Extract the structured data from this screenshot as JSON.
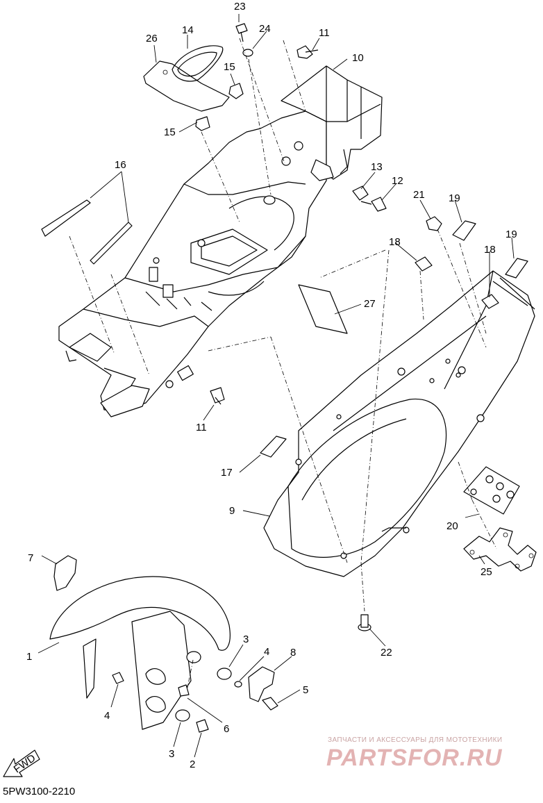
{
  "diagram": {
    "code": "5PW3100-2210",
    "fwd_label": "FWD",
    "watermark": {
      "caption": "ЗАПЧАСТИ И АКСЕССУАРЫ ДЛЯ МОТОТЕХНИКИ",
      "logo": "PARTSFOR.RU"
    },
    "callouts": [
      {
        "id": "c1",
        "text": "1"
      },
      {
        "id": "c2",
        "text": "2"
      },
      {
        "id": "c3a",
        "text": "3"
      },
      {
        "id": "c3b",
        "text": "3"
      },
      {
        "id": "c4a",
        "text": "4"
      },
      {
        "id": "c4b",
        "text": "4"
      },
      {
        "id": "c5",
        "text": "5"
      },
      {
        "id": "c6",
        "text": "6"
      },
      {
        "id": "c7",
        "text": "7"
      },
      {
        "id": "c8",
        "text": "8"
      },
      {
        "id": "c9",
        "text": "9"
      },
      {
        "id": "c10",
        "text": "10"
      },
      {
        "id": "c11a",
        "text": "11"
      },
      {
        "id": "c11b",
        "text": "11"
      },
      {
        "id": "c12",
        "text": "12"
      },
      {
        "id": "c13",
        "text": "13"
      },
      {
        "id": "c14",
        "text": "14"
      },
      {
        "id": "c15a",
        "text": "15"
      },
      {
        "id": "c15b",
        "text": "15"
      },
      {
        "id": "c16",
        "text": "16"
      },
      {
        "id": "c17",
        "text": "17"
      },
      {
        "id": "c18a",
        "text": "18"
      },
      {
        "id": "c18b",
        "text": "18"
      },
      {
        "id": "c19a",
        "text": "19"
      },
      {
        "id": "c19b",
        "text": "19"
      },
      {
        "id": "c20",
        "text": "20"
      },
      {
        "id": "c21",
        "text": "21"
      },
      {
        "id": "c22",
        "text": "22"
      },
      {
        "id": "c23",
        "text": "23"
      },
      {
        "id": "c24",
        "text": "24"
      },
      {
        "id": "c25",
        "text": "25"
      },
      {
        "id": "c26",
        "text": "26"
      },
      {
        "id": "c27",
        "text": "27"
      }
    ]
  }
}
